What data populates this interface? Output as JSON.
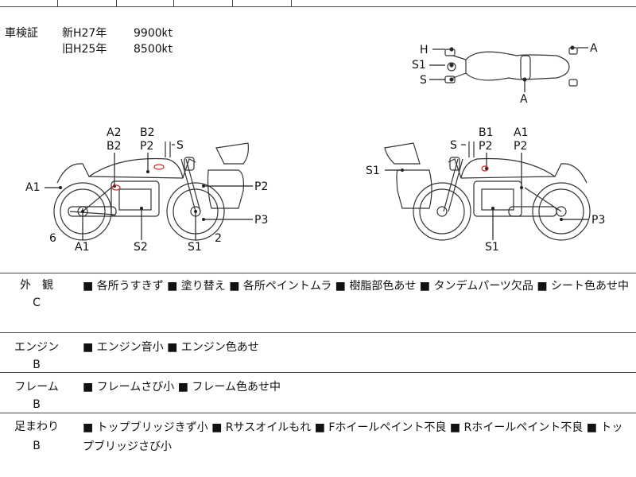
{
  "inspection": {
    "label": "車検証",
    "new_era": "新H27年",
    "new_weight": "9900㏏",
    "old_era": "旧H25年",
    "old_weight": "8500㏏"
  },
  "diagram_labels": {
    "top": {
      "h": "H",
      "s1": "S1",
      "s": "S",
      "a_right": "A",
      "a_bottom": "A"
    },
    "left": {
      "a2": "A2",
      "b2_top": "B2",
      "b2": "B2",
      "p2": "P2",
      "s": "S",
      "a1": "A1",
      "p2_right": "P2",
      "p3": "P3",
      "six": "6",
      "two": "2",
      "a1_bottom": "A1",
      "s2": "S2",
      "s1_bottom": "S1"
    },
    "right": {
      "b1": "B1",
      "a1": "A1",
      "s": "S",
      "p2_a": "P2",
      "p2_b": "P2",
      "s1_left": "S1",
      "p3": "P3",
      "s1_bottom": "S1"
    }
  },
  "rows": [
    {
      "name": "外　観",
      "grade": "C",
      "text": "■ 各所うすきず ■ 塗り替え ■ 各所ペイントムラ ■ 樹脂部色あせ ■ タンデムパーツ欠品 ■ シート色あせ中"
    },
    {
      "name": "エンジン",
      "grade": "B",
      "text": "■ エンジン音小 ■ エンジン色あせ"
    },
    {
      "name": "フレーム",
      "grade": "B",
      "text": "■ フレームさび小 ■ フレーム色あせ中"
    },
    {
      "name": "足まわり",
      "grade": "B",
      "text": "■ トップブリッジきず小 ■ Rサスオイルもれ ■ Fホイールペイント不良 ■ Rホイールペイント不良 ■ トップブリッジさび小"
    }
  ]
}
